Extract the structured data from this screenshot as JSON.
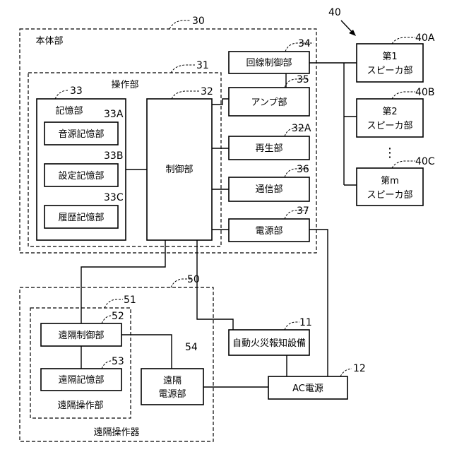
{
  "refs": {
    "r40": "40",
    "r30": "30",
    "r31": "31",
    "r32": "32",
    "r33": "33",
    "r33A": "33A",
    "r33B": "33B",
    "r33C": "33C",
    "r34": "34",
    "r35": "35",
    "r32A": "32A",
    "r36": "36",
    "r37": "37",
    "r40A": "40A",
    "r40B": "40B",
    "r40C": "40C",
    "r50": "50",
    "r51": "51",
    "r52": "52",
    "r53": "53",
    "r54": "54",
    "r11": "11",
    "r12": "12"
  },
  "main_unit": {
    "label": "本体部",
    "operation": {
      "label": "操作部",
      "storage": {
        "label": "記憶部",
        "sound_source": "音源記憶部",
        "settings": "設定記憶部",
        "history": "履歴記憶部"
      },
      "controller": "制御部"
    },
    "line_control": "回線制御部",
    "amp": "アンプ部",
    "playback": "再生部",
    "communication": "通信部",
    "power": "電源部"
  },
  "speakers": {
    "s1_line1": "第1",
    "s1_line2": "スピーカ部",
    "s2_line1": "第2",
    "s2_line2": "スピーカ部",
    "sm_line1": "第m",
    "sm_line2": "スピーカ部",
    "ellipsis": "⋮"
  },
  "remote": {
    "label": "遠隔操作器",
    "operation_label": "遠隔操作部",
    "control": "遠隔制御部",
    "storage": "遠隔記憶部",
    "power_line1": "遠隔",
    "power_line2": "電源部"
  },
  "fire_alarm": "自動火災報知設備",
  "ac_power": "AC電源"
}
